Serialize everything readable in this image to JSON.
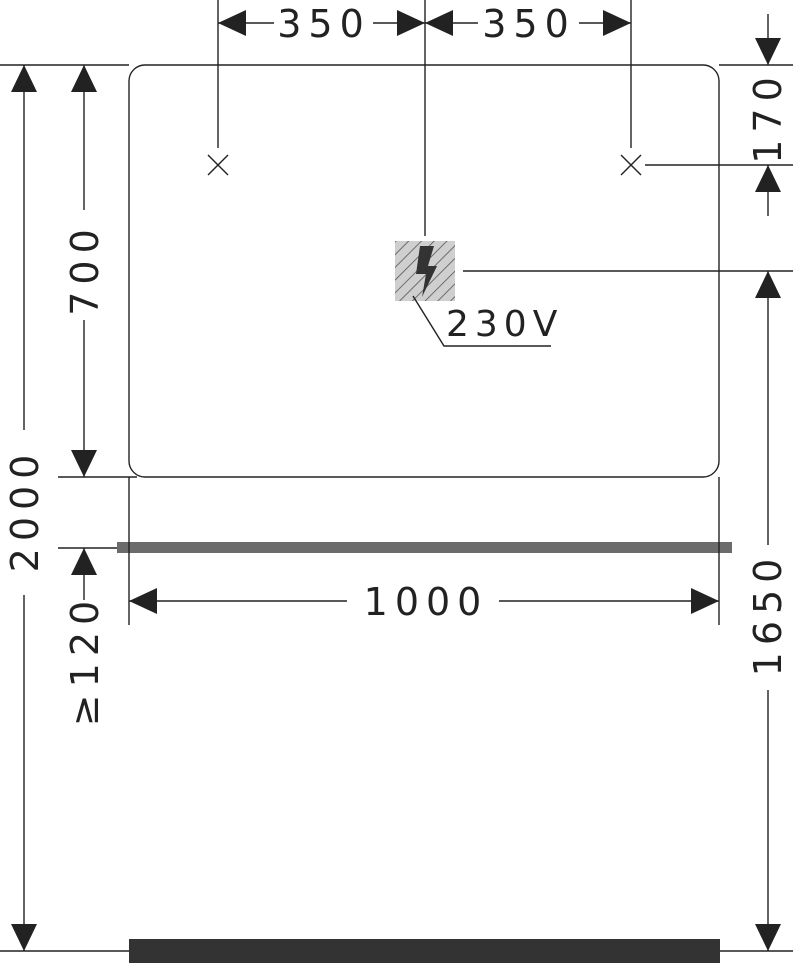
{
  "dimensions": {
    "mount_spacing_left": "350",
    "mount_spacing_right": "350",
    "top_to_mount": "170",
    "mirror_height": "700",
    "total_height": "2000",
    "floor_to_outlet": "1650",
    "min_gap_above_basin": "≥120",
    "mirror_width": "1000"
  },
  "electrical": {
    "voltage_label": "230V",
    "icon": "lightning-bolt-icon"
  },
  "colors": {
    "line": "#222222",
    "basin_edge": "#6b6b6b",
    "floor": "#333333",
    "outlet_fill": "#c9c9c9"
  }
}
